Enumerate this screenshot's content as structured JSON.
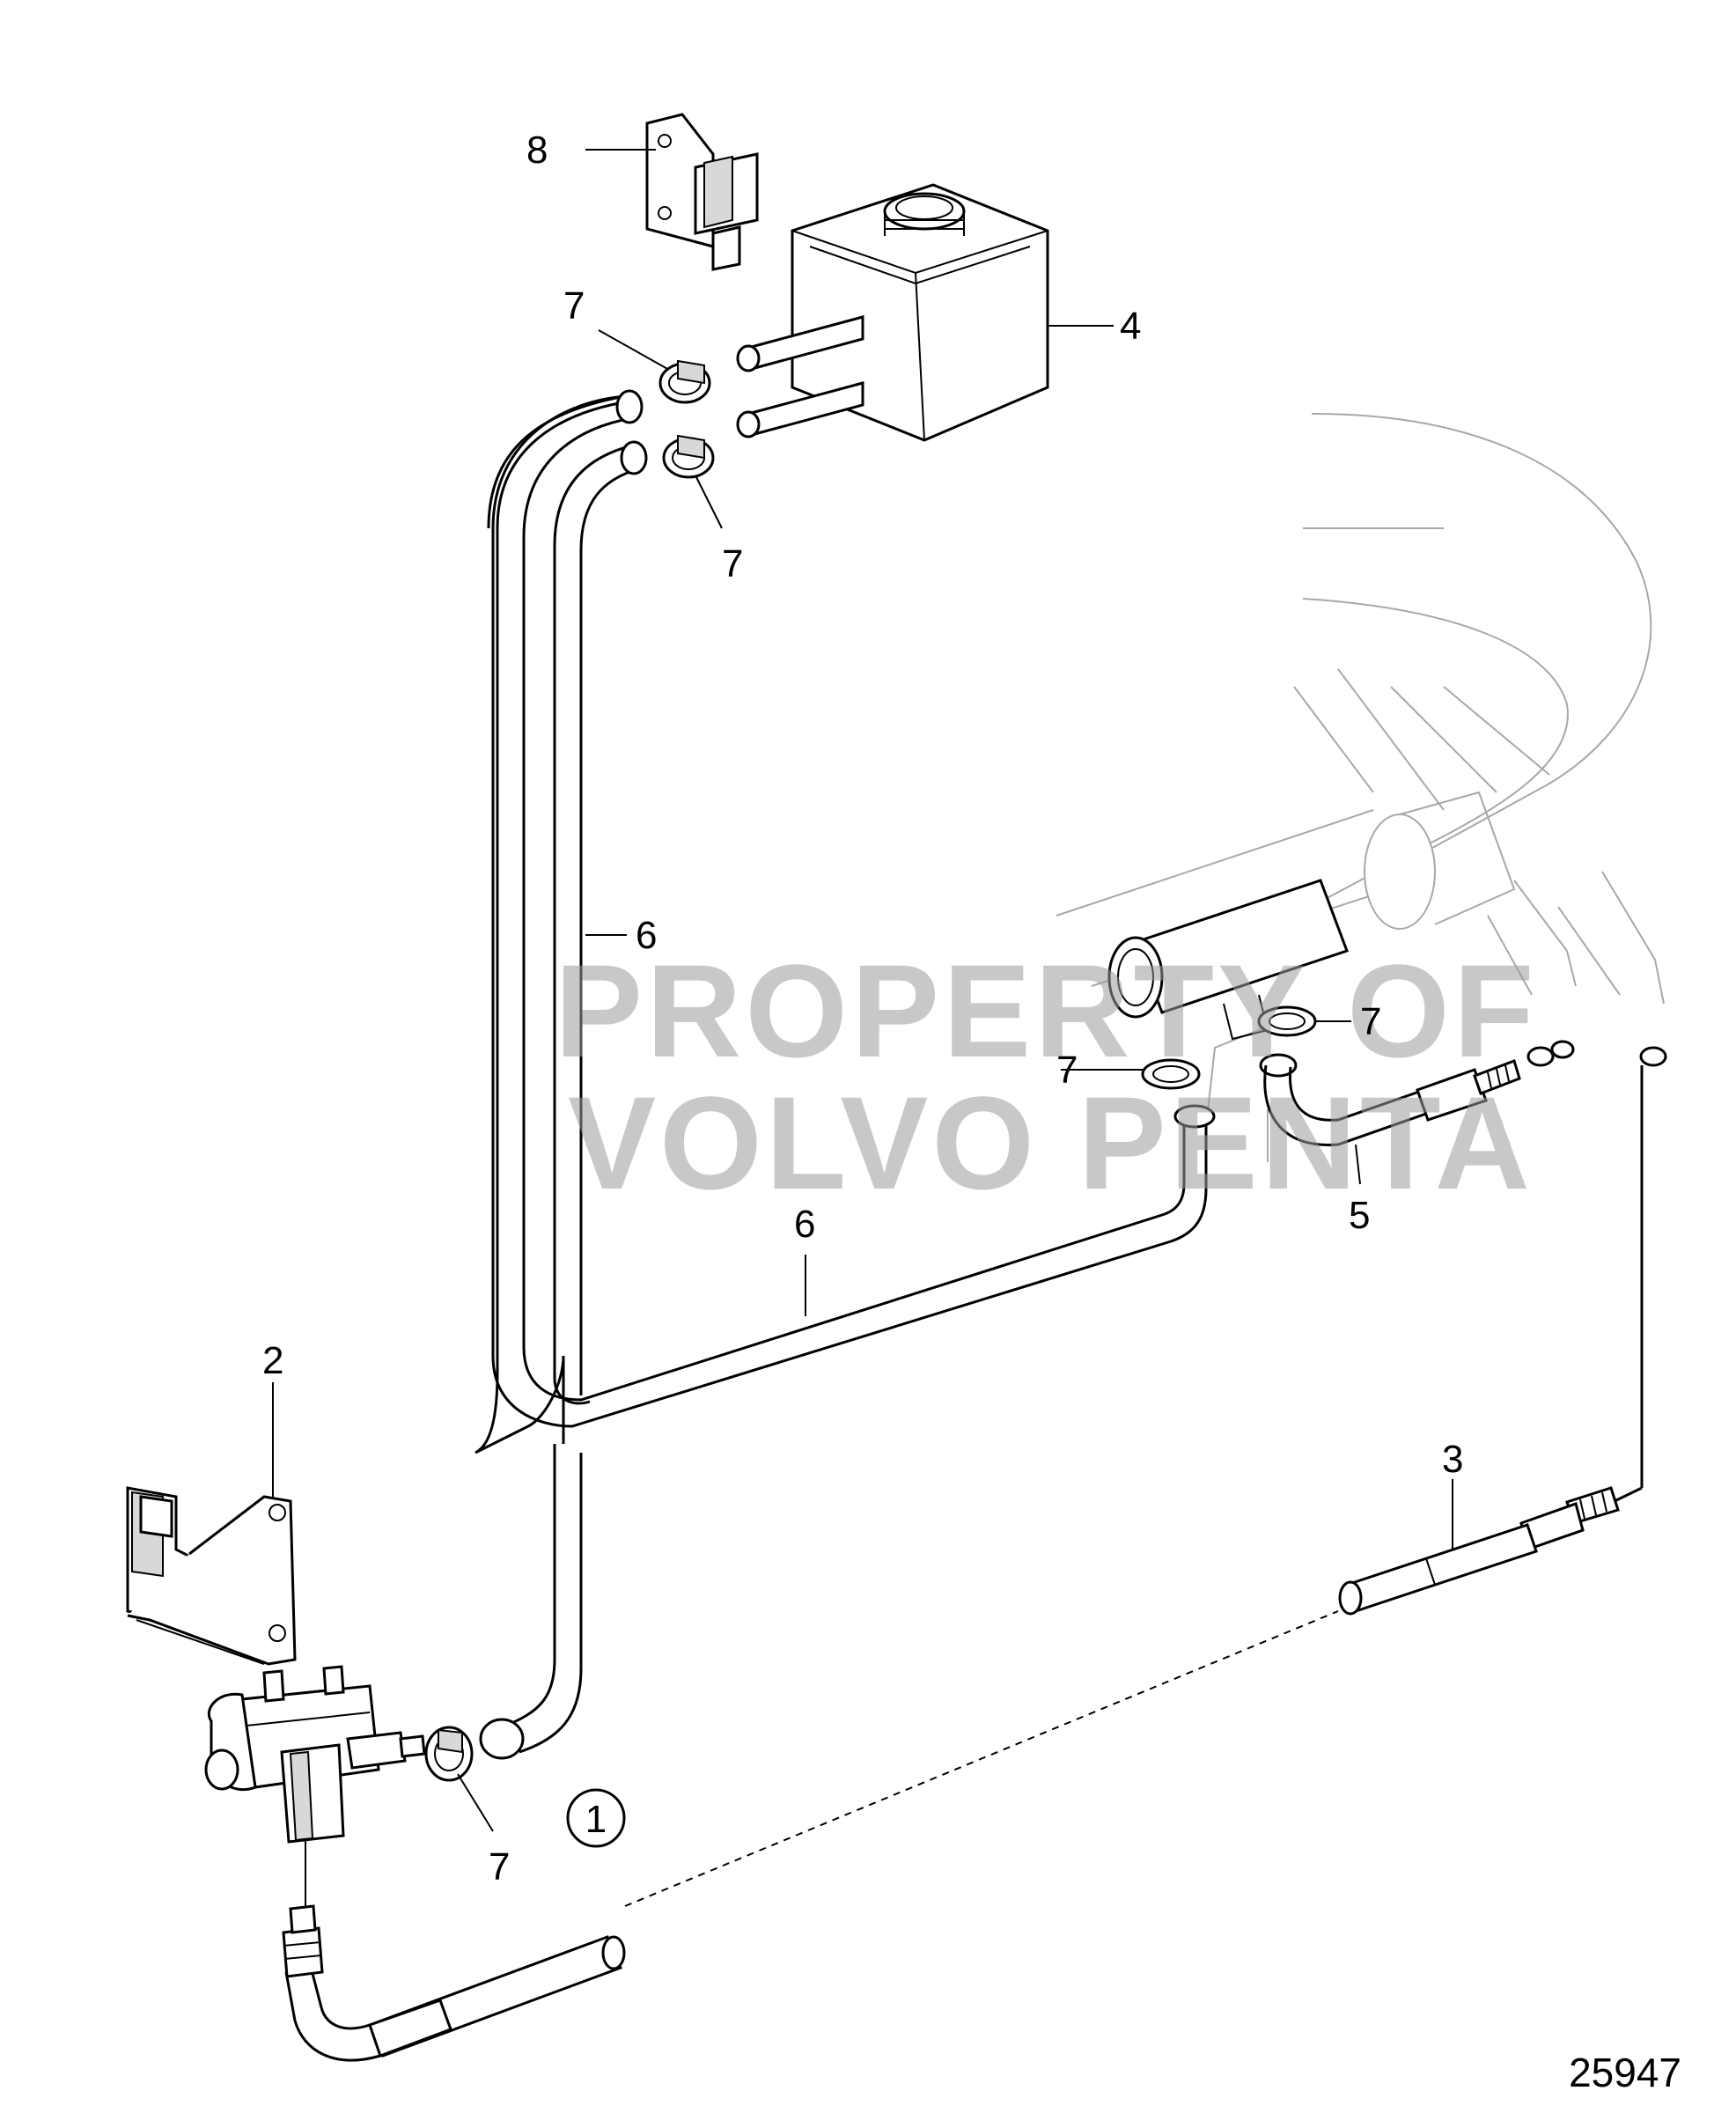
{
  "diagram": {
    "figure_number": "25947",
    "watermark": {
      "line1": "PROPERTY OF",
      "line2": "VOLVO PENTA"
    },
    "group_marker": "1",
    "callouts": {
      "p2": "2",
      "p3": "3",
      "p4": "4",
      "p5": "5",
      "p6_upper": "6",
      "p6_lower": "6",
      "p7_top_a": "7",
      "p7_top_b": "7",
      "p7_mid_a": "7",
      "p7_mid_b": "7",
      "p7_bottom": "7",
      "p8": "8"
    }
  }
}
